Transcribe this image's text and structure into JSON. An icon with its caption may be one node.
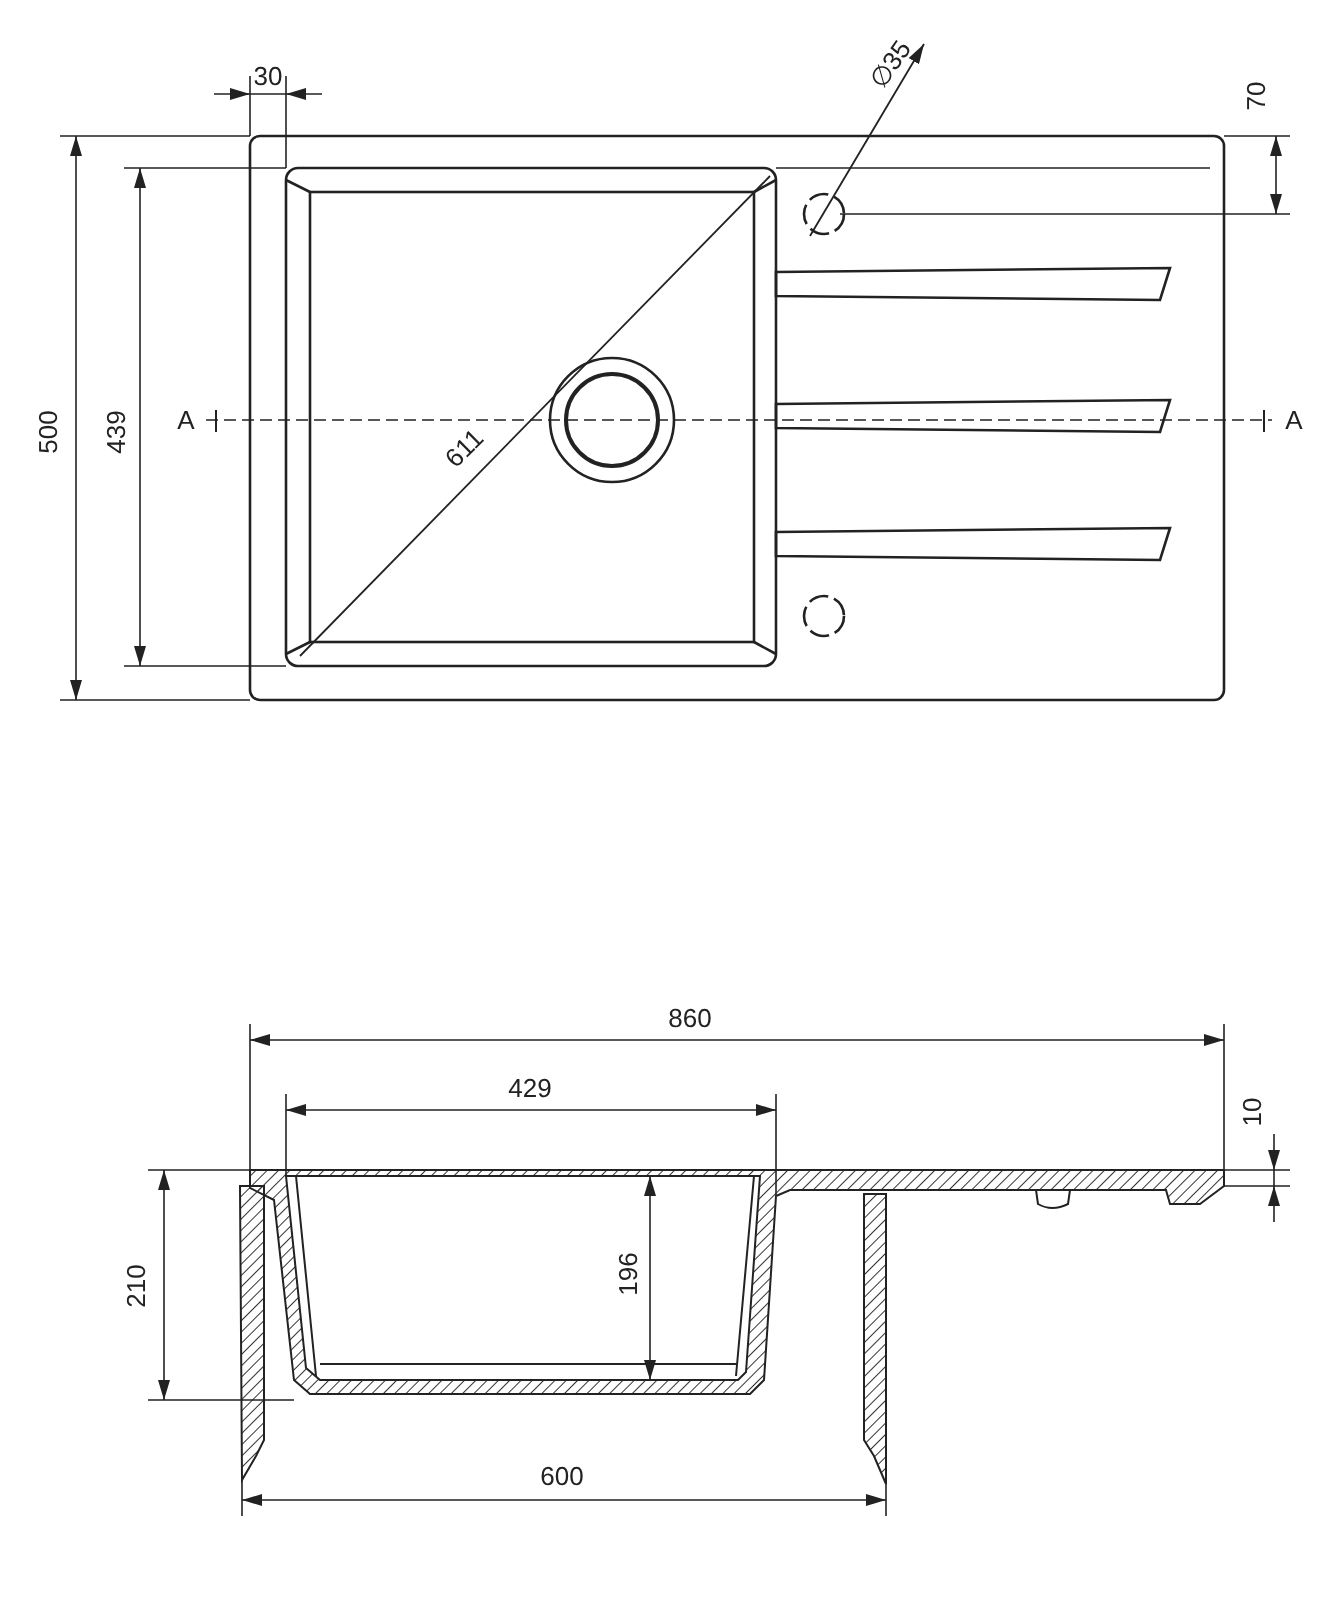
{
  "diagram": {
    "labels": [
      "30",
      "∅35",
      "70",
      "500",
      "439",
      "A",
      "A",
      "611",
      "860",
      "429",
      "10",
      "210",
      "196",
      "600"
    ]
  }
}
